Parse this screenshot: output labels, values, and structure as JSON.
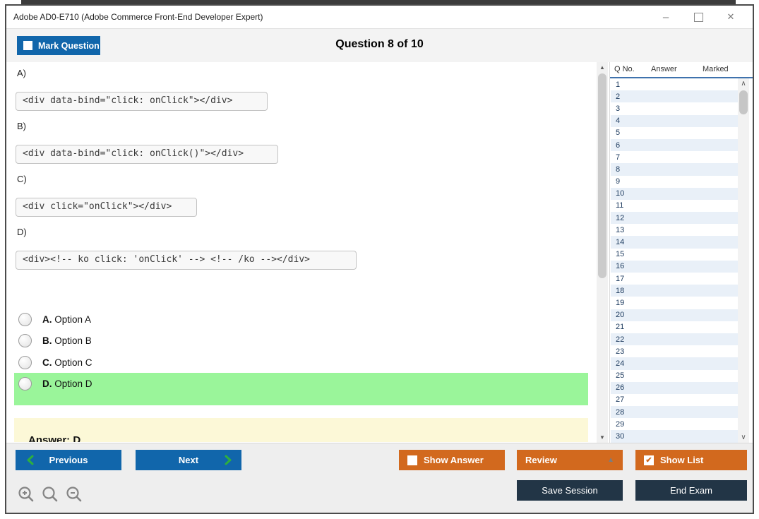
{
  "window": {
    "title": "Adobe AD0-E710 (Adobe Commerce Front-End Developer Expert)",
    "controls": {
      "minimize": "–",
      "close": "✕"
    }
  },
  "header": {
    "mark_question_label": "Mark Question",
    "question_counter": "Question 8 of 10"
  },
  "question": {
    "code_options": [
      {
        "label": "A)",
        "code": "<div data-bind=\"click: onClick\"></div>"
      },
      {
        "label": "B)",
        "code": "<div data-bind=\"click: onClick()\"></div>"
      },
      {
        "label": "C)",
        "code": "<div click=\"onClick\"></div>"
      },
      {
        "label": "D)",
        "code": "<div><!-- ko click: 'onClick' --> <!-- /ko --></div>"
      }
    ],
    "answer_options": [
      {
        "letter": "A.",
        "label": "Option A",
        "selected": false,
        "highlighted": false
      },
      {
        "letter": "B.",
        "label": "Option B",
        "selected": false,
        "highlighted": false
      },
      {
        "letter": "C.",
        "label": "Option C",
        "selected": false,
        "highlighted": false
      },
      {
        "letter": "D.",
        "label": "Option D",
        "selected": false,
        "highlighted": true
      }
    ],
    "answer_text": "Answer: D"
  },
  "question_list": {
    "columns": [
      "Q No.",
      "Answer",
      "Marked"
    ],
    "rows": [
      "1",
      "2",
      "3",
      "4",
      "5",
      "6",
      "7",
      "8",
      "9",
      "10",
      "11",
      "12",
      "13",
      "14",
      "15",
      "16",
      "17",
      "18",
      "19",
      "20",
      "21",
      "22",
      "23",
      "24",
      "25",
      "26",
      "27",
      "28",
      "29",
      "30"
    ]
  },
  "toolbar": {
    "previous_label": "Previous",
    "next_label": "Next",
    "show_answer_label": "Show Answer",
    "review_label": "Review",
    "show_list_label": "Show List",
    "save_session_label": "Save Session",
    "end_exam_label": "End Exam",
    "show_answer_checked": false,
    "show_list_checked": true
  },
  "icons": {
    "scroll_up": "▲",
    "scroll_down": "▼",
    "list_scroll_up": "∧",
    "list_scroll_down": "∨",
    "dropdown_up": "▲",
    "check": "✔"
  },
  "colors": {
    "accent_blue": "#1166ab",
    "accent_orange": "#d2691e",
    "dark_navy": "#223546",
    "highlight_green": "#9af59a",
    "answer_yellow": "#fcf8d7",
    "row_alt_blue": "#e9f0f8",
    "chevron_green": "#2eaf3e"
  }
}
